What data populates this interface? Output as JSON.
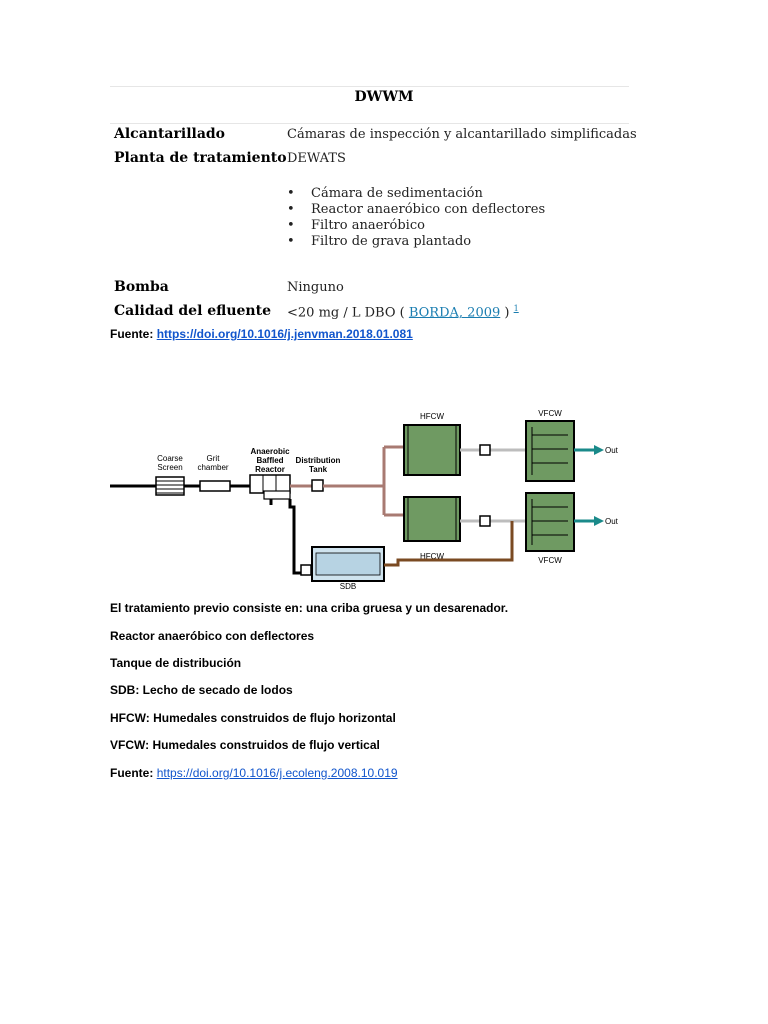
{
  "table": {
    "title": "DWWM",
    "rows": [
      {
        "label": "Alcantarillado",
        "value": "Cámaras de inspección y alcantarillado simplificadas"
      },
      {
        "label": "Planta de tratamiento",
        "value": "DEWATS"
      },
      {
        "label": "Bomba",
        "value": "Ninguno"
      },
      {
        "label": "Calidad del efluente",
        "value_prefix": "<20 mg / L DBO (",
        "value_link": "BORDA, 2009",
        "value_suffix": ")",
        "footnote": "1"
      }
    ],
    "treatment_items": [
      "Cámara de sedimentación",
      "Reactor anaeróbico con deflectores",
      "Filtro anaeróbico",
      "Filtro de grava plantado"
    ]
  },
  "source1": {
    "label": "Fuente:",
    "url": "https://doi.org/10.1016/j.jenvman.2018.01.081"
  },
  "diagram": {
    "coarse_screen": [
      "Coarse",
      "Screen"
    ],
    "grit_chamber": [
      "Grit",
      "chamber"
    ],
    "abr": [
      "Anaerobic",
      "Baffled",
      "Reactor"
    ],
    "distribution_tank": [
      "Distribution",
      "Tank"
    ],
    "hfcw_top": "HFCW",
    "hfcw_bottom": "HFCW",
    "vfcw_top": "VFCW",
    "vfcw_bottom": "VFCW",
    "out_top": "Out",
    "out_bottom": "Out",
    "sdb": "SDB",
    "colors": {
      "sludge_line": "#a87a72",
      "brown_line": "#7a4a22",
      "wetland_fill": "#6f9a62",
      "teal_arrow": "#1a8a8a",
      "gray_pipe": "#bdbdbd",
      "sdb_fill": "#cfe3ee"
    }
  },
  "notes": [
    "El tratamiento previo consiste en: una criba gruesa y un desarenador.",
    "Reactor anaeróbico con deflectores",
    "Tanque de distribución",
    "SDB: Lecho de secado de lodos",
    "HFCW: Humedales construidos de flujo horizontal",
    "VFCW: Humedales construidos de flujo vertical"
  ],
  "source2": {
    "label": "Fuente:",
    "url": "https://doi.org/10.1016/j.ecoleng.2008.10.019"
  }
}
